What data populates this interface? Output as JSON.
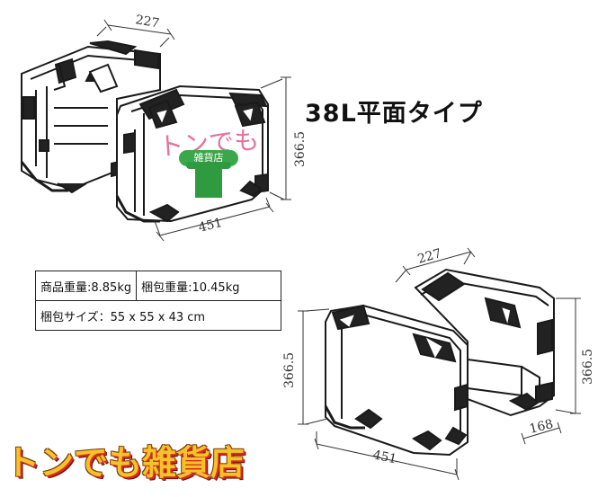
{
  "title": "38L平面タイプ",
  "dimensions": {
    "top_width": "227",
    "top_length": "451",
    "top_height": "366.5",
    "bottom_width": "227",
    "bottom_length": "451",
    "bottom_height_left": "366.5",
    "bottom_height_right": "366.5",
    "bottom_depth": "168"
  },
  "specs": {
    "product_weight": "商品重量:8.85kg",
    "package_weight": "梱包重量:10.45kg",
    "package_size": "梱包サイズ：55 x 55 x 43 cm"
  },
  "watermark": {
    "text": "トンでも",
    "badge": "雑貨店"
  },
  "brand_logo_text": "トンでも雑貨店",
  "colors": {
    "line": "#1a1a1a",
    "brand_fill": "#f6c22a",
    "brand_outline": "#d82a20",
    "watermark_green": "#3aa84a"
  }
}
